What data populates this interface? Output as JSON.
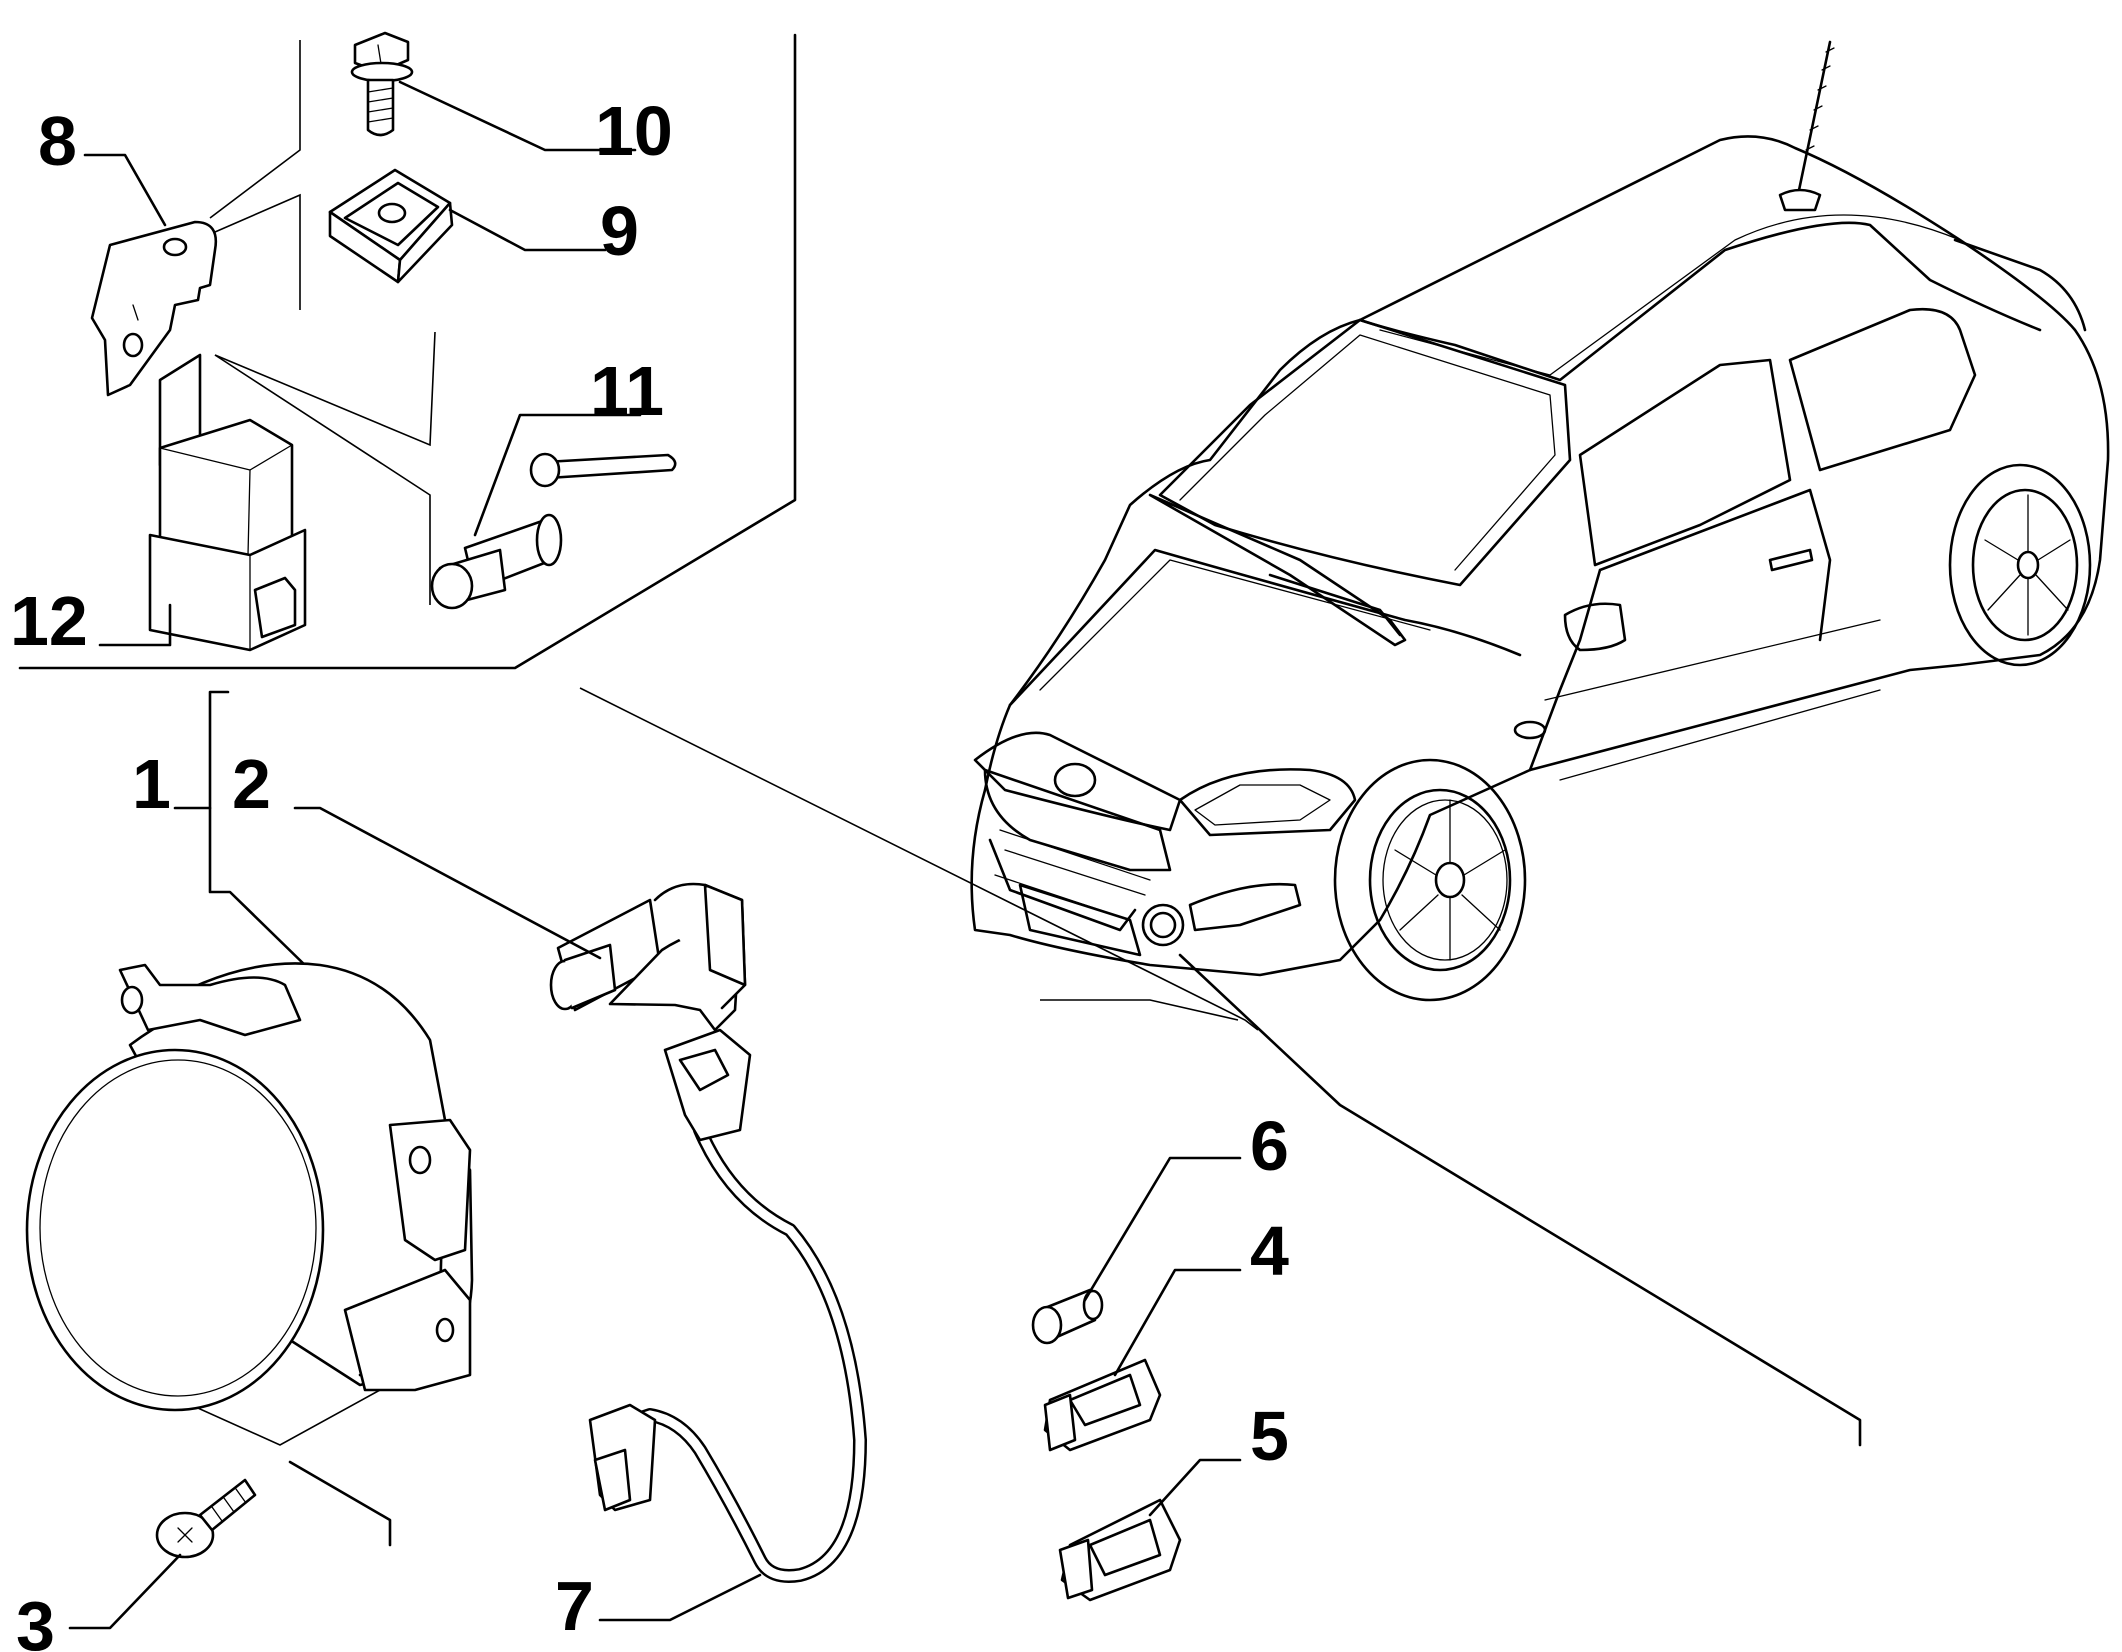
{
  "diagram": {
    "labels": {
      "p1": "1",
      "p2": "2",
      "p3": "3",
      "p4": "4",
      "p5": "5",
      "p6": "6",
      "p7": "7",
      "p8": "8",
      "p9": "9",
      "p10": "10",
      "p11": "11",
      "p12": "12"
    }
  }
}
